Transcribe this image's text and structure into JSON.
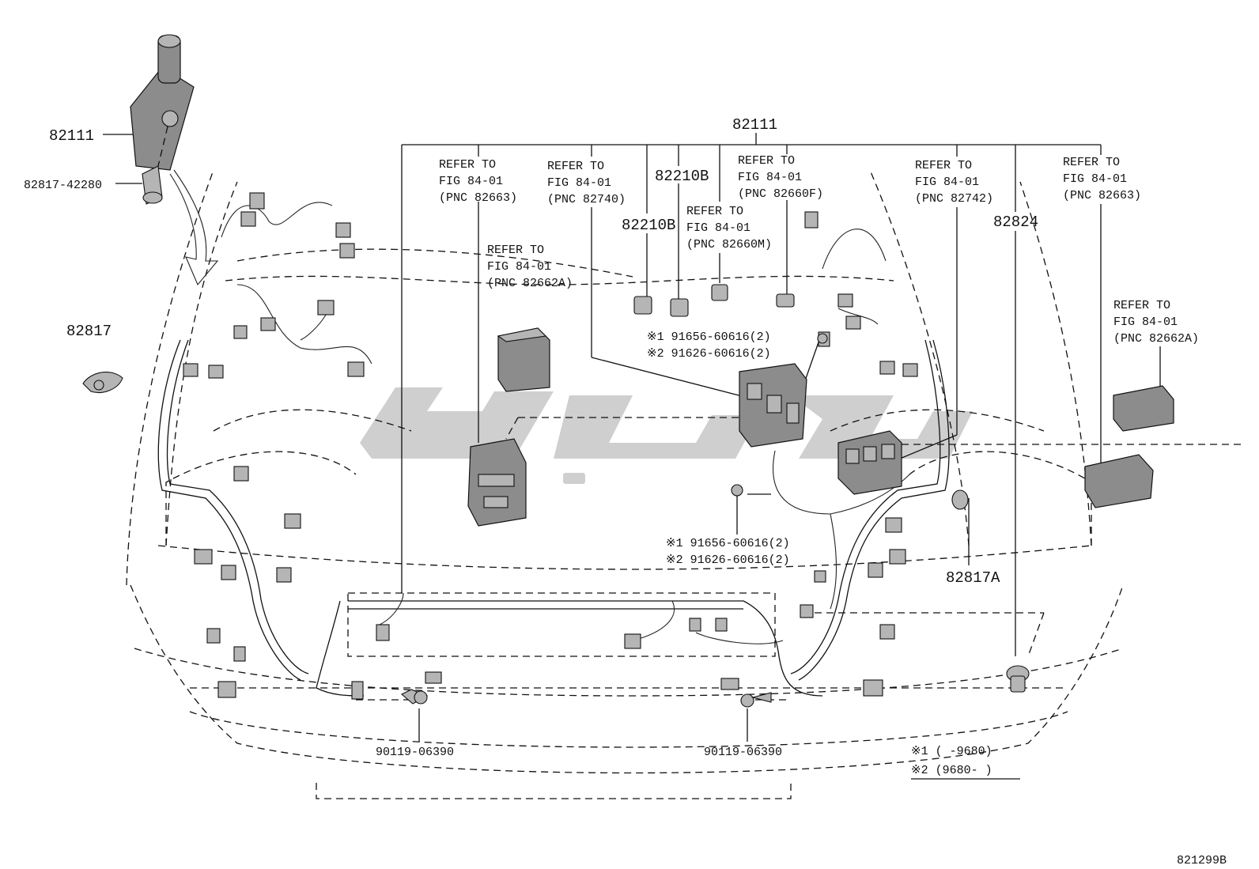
{
  "diagram": {
    "labels": {
      "p82111_left": "82111",
      "p82817_42280": "82817-42280",
      "p82817": "82817",
      "p82111_top": "82111",
      "p82210B_a": "82210B",
      "p82210B_b": "82210B",
      "p82824": "82824",
      "p82817A": "82817A",
      "bolt_left": "90119-06390",
      "bolt_right": "90119-06390",
      "drawing_no": "821299B"
    },
    "refers": [
      {
        "id": "ref1",
        "lines": [
          "REFER TO",
          "FIG 84-01",
          "(PNC 82663)"
        ]
      },
      {
        "id": "ref2",
        "lines": [
          "REFER TO",
          "FIG 84-01",
          "(PNC 82740)"
        ]
      },
      {
        "id": "ref3",
        "lines": [
          "REFER TO",
          "FIG 84-01",
          "(PNC 82662A)"
        ]
      },
      {
        "id": "ref4",
        "lines": [
          "REFER TO",
          "FIG 84-01",
          "(PNC 82660M)"
        ]
      },
      {
        "id": "ref5",
        "lines": [
          "REFER TO",
          "FIG 84-01",
          "(PNC 82660F)"
        ]
      },
      {
        "id": "ref6",
        "lines": [
          "REFER TO",
          "FIG 84-01",
          "(PNC 82742)"
        ]
      },
      {
        "id": "ref7",
        "lines": [
          "REFER TO",
          "FIG 84-01",
          "(PNC 82663)"
        ]
      },
      {
        "id": "ref8",
        "lines": [
          "REFER TO",
          "FIG 84-01",
          "(PNC 82662A)"
        ]
      }
    ],
    "screw_notes": {
      "upper": [
        "※1 91656-60616(2)",
        "※2 91626-60616(2)"
      ],
      "lower": [
        "※1 91656-60616(2)",
        "※2 91626-60616(2)"
      ]
    },
    "legend": [
      "※1 (     -9680)",
      "※2 (9680-     )"
    ]
  }
}
